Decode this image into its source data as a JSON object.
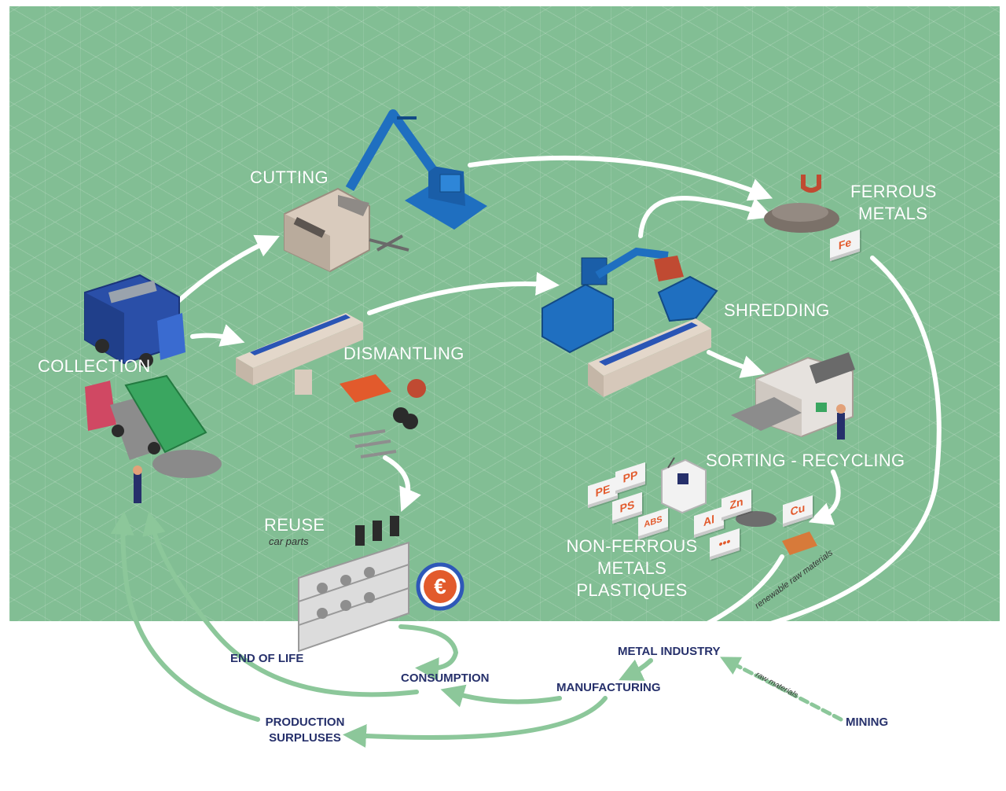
{
  "stages": {
    "cutting": "CUTTING",
    "ferrous": [
      "FERROUS",
      "METALS"
    ],
    "shredding": "SHREDDING",
    "collection": "COLLECTION",
    "dismantling": "DISMANTLING",
    "sorting": "SORTING - RECYCLING",
    "reuse": "REUSE",
    "reuse_sub": "car parts",
    "non_ferrous": [
      "NON-FERROUS",
      "METALS",
      "PLASTIQUES"
    ]
  },
  "tags": {
    "fe": "Fe",
    "pe": "PE",
    "pp": "PP",
    "ps": "PS",
    "abs": "ABS",
    "al": "Al",
    "zn": "Zn",
    "cu": "Cu",
    "more": "•••"
  },
  "currency_symbol": "€",
  "flow": {
    "end_of_life": "END OF LIFE",
    "consumption": "CONSUMPTION",
    "metal_industry": "METAL INDUSTRY",
    "manufacturing": "MANUFACTURING",
    "production_surpluses": [
      "PRODUCTION",
      "SURPLUSES"
    ],
    "mining": "MINING",
    "renewable_raw_materials": "renewable raw materials",
    "raw_materials": "raw materials"
  },
  "colors": {
    "background_green": "#82be94",
    "arrow_white": "#ffffff",
    "arrow_green": "#8cc79a",
    "machine_blue": "#1f6fc0",
    "label_navy": "#26306b",
    "tag_orange": "#e25a2c"
  }
}
